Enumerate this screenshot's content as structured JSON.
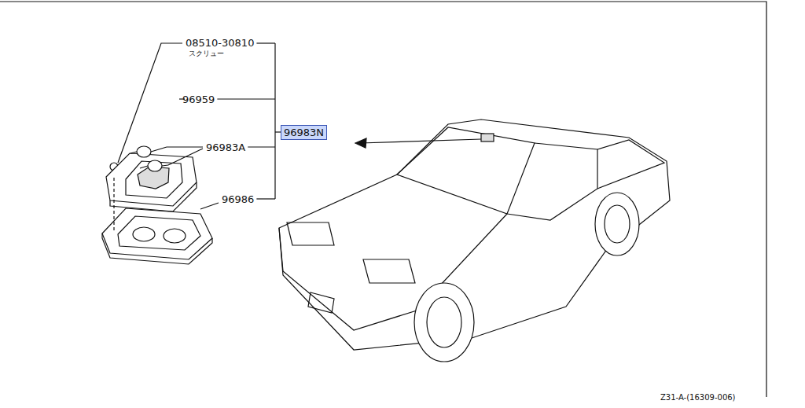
{
  "diagram": {
    "nodes": [
      {
        "text": [
          "96983N"
        ]
      }
    ],
    "labels": [
      "08510-30810",
      "スクリュー",
      "96959",
      "96983A",
      "96986",
      "Z31-A-(16309-006)"
    ]
  }
}
